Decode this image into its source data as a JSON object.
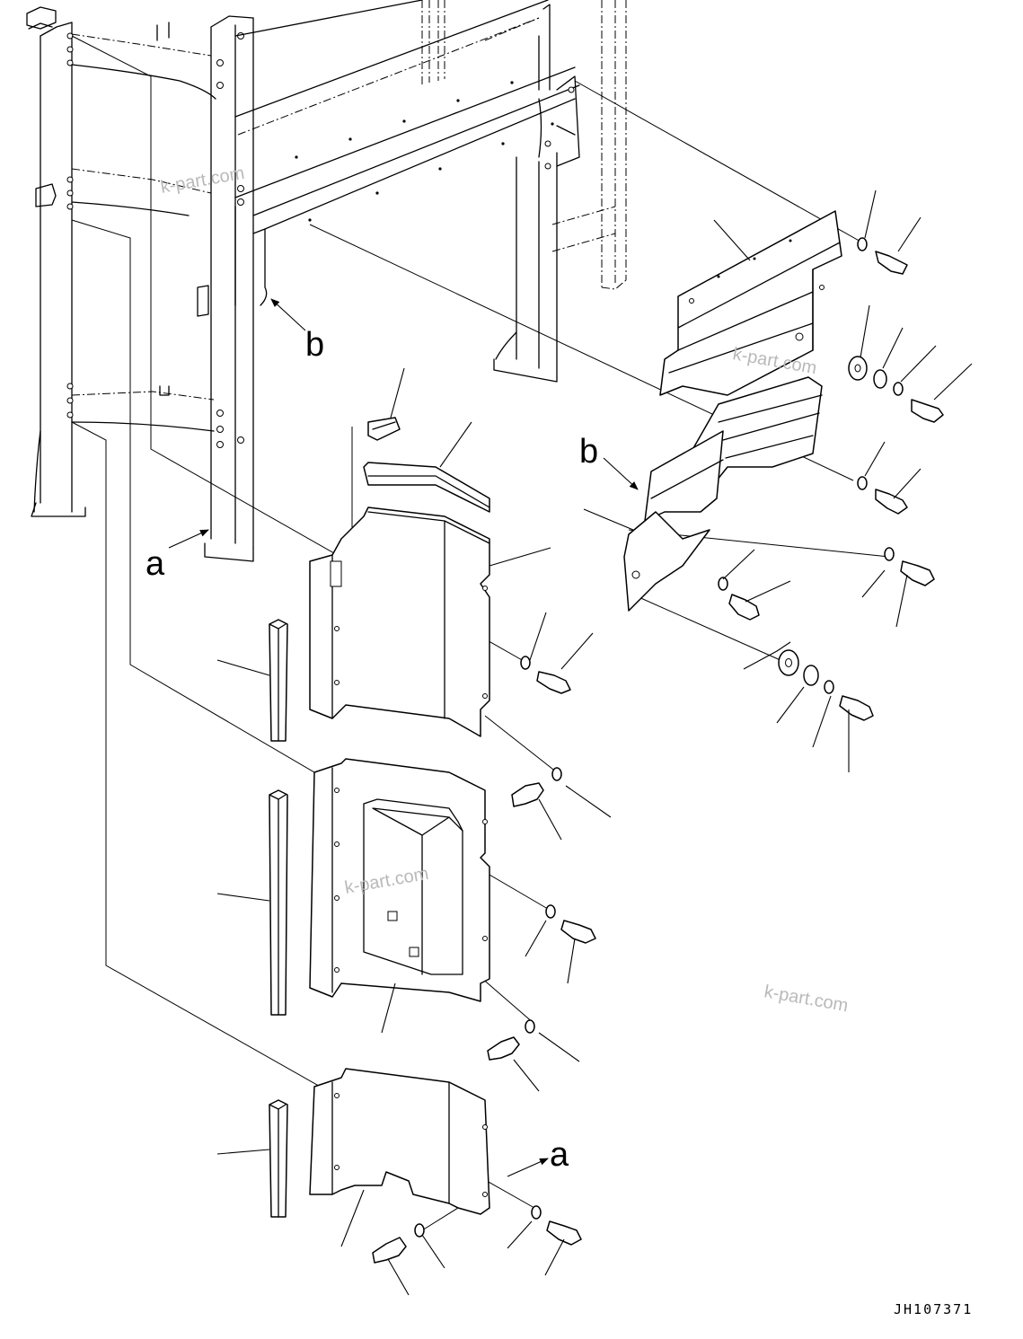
{
  "diagram": {
    "callouts": [
      {
        "id": "a-top",
        "text": "a"
      },
      {
        "id": "a-bottom",
        "text": "a"
      },
      {
        "id": "b-left",
        "text": "b"
      },
      {
        "id": "b-right",
        "text": "b"
      }
    ],
    "watermarks": [
      "k-part.com",
      "k-part.com",
      "k-part.com",
      "k-part.com"
    ],
    "drawing_number": "JH107371"
  }
}
